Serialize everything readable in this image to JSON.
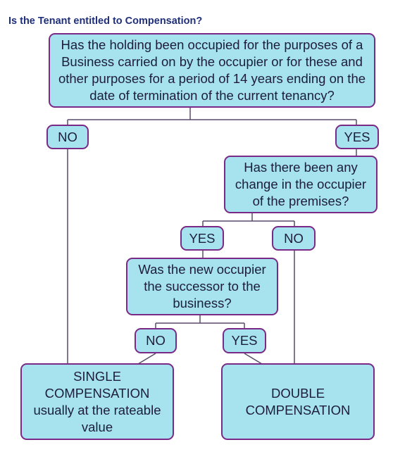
{
  "title": "Is the Tenant entitled to Compensation?",
  "nodes": {
    "q1": "Has the holding been occupied for the purposes of a Business carried on by the occupier or for these and other purposes for a period of 14 years ending on the date of termination of the current tenancy?",
    "q1_no": "NO",
    "q1_yes": "YES",
    "q2": "Has there been any change in the occupier of the premises?",
    "q2_yes": "YES",
    "q2_no": "NO",
    "q3": "Was the new occupier the successor to the business?",
    "q3_no": "NO",
    "q3_yes": "YES",
    "single": "SINGLE COMPENSATION usually at the rateable value",
    "double": "DOUBLE COMPENSATION"
  },
  "colors": {
    "box_fill": "#a6e3ee",
    "box_border": "#7a2a86",
    "title": "#1f2f7a"
  }
}
